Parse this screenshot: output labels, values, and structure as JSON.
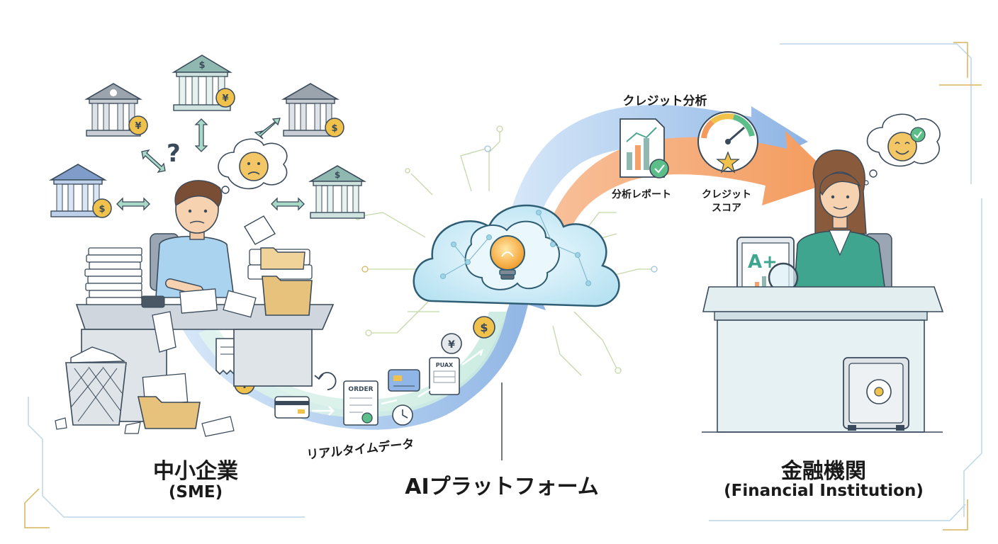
{
  "sme": {
    "title": "中小企業",
    "subtitle": "(SME)"
  },
  "ai": {
    "title": "AIプラットフォーム",
    "stream_label": "リアルタイムデータ"
  },
  "institution": {
    "title": "金融機関",
    "subtitle": "(Financial Institution)"
  },
  "credit": {
    "header": "クレジット分析",
    "report_label": "分析レポート",
    "score_label_1": "クレジット",
    "score_label_2": "スコア"
  },
  "doc_labels": {
    "order": "ORDER",
    "invoice": "PUAX",
    "grade": "A+"
  },
  "currency": {
    "dollar": "$",
    "yen": "¥"
  },
  "colors": {
    "arrow_blue": "#8fb6e6",
    "arrow_orange": "#f4a26a",
    "teal": "#4ea58f",
    "bank_blue": "#7f9dc8",
    "bank_teal": "#8fb9b0",
    "bank_gray": "#9ba3ad",
    "gold": "#d9b45f",
    "coin": "#f1c24b",
    "folder": "#e7c27d",
    "desk": "#cfd6de",
    "bulb": "#f6a93a"
  },
  "icons": [
    "bank-icon",
    "coin-icon",
    "question-icon",
    "confused-face-icon",
    "cloud-brain-icon",
    "lightbulb-icon",
    "order-doc-icon",
    "credit-card-icon",
    "clock-icon",
    "refresh-icon",
    "report-icon",
    "gauge-icon",
    "star-icon",
    "tablet-icon",
    "magnifier-icon",
    "safe-icon",
    "happy-face-icon",
    "check-icon"
  ]
}
